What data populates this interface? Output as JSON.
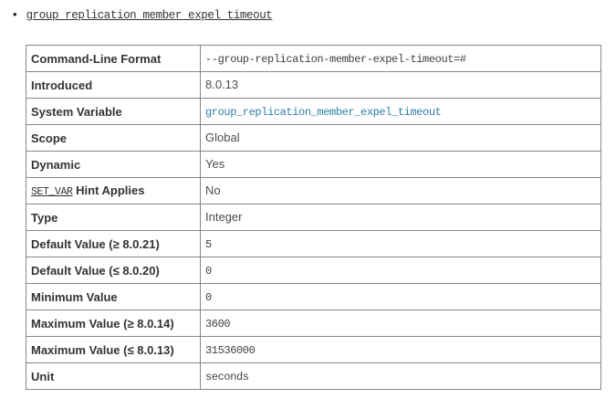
{
  "page": {
    "bullet": "•",
    "title": "group_replication_member_expel_timeout"
  },
  "colors": {
    "border": "#878787",
    "label": "#333333",
    "value": "#4d4d4d",
    "mono_value": "#3f3f3f",
    "link_teal": "#2c80a5",
    "title": "#333333",
    "background": "#ffffff"
  },
  "table": {
    "rows": [
      {
        "label": "Command-Line Format",
        "value": "--group-replication-member-expel-timeout=#",
        "value_style": "mono"
      },
      {
        "label": "Introduced",
        "value": "8.0.13",
        "value_style": "sans"
      },
      {
        "label": "System Variable",
        "value": "group_replication_member_expel_timeout",
        "value_style": "mono-link"
      },
      {
        "label": "Scope",
        "value": "Global",
        "value_style": "sans"
      },
      {
        "label": "Dynamic",
        "value": "Yes",
        "value_style": "sans"
      },
      {
        "label_code": "SET_VAR",
        "label_text": " Hint Applies",
        "value": "No",
        "value_style": "sans"
      },
      {
        "label": "Type",
        "value": "Integer",
        "value_style": "sans"
      },
      {
        "label": "Default Value (≥ 8.0.21)",
        "value": "5",
        "value_style": "mono"
      },
      {
        "label": "Default Value (≤ 8.0.20)",
        "value": "0",
        "value_style": "mono"
      },
      {
        "label": "Minimum Value",
        "value": "0",
        "value_style": "mono"
      },
      {
        "label": "Maximum Value (≥ 8.0.14)",
        "value": "3600",
        "value_style": "mono"
      },
      {
        "label": "Maximum Value (≤ 8.0.13)",
        "value": "31536000",
        "value_style": "mono"
      },
      {
        "label": "Unit",
        "value": "seconds",
        "value_style": "mono"
      }
    ]
  }
}
